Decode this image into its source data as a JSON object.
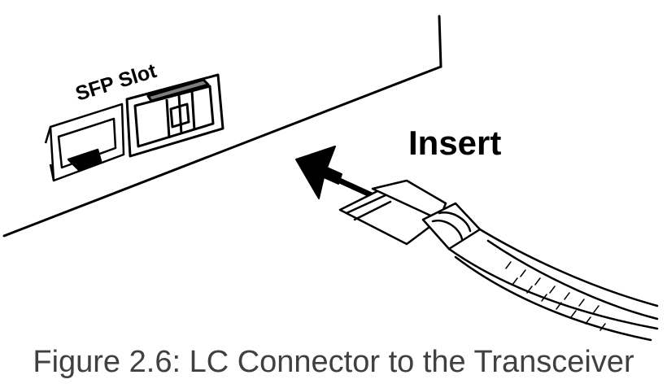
{
  "diagram": {
    "labels": {
      "sfp_slot": "SFP Slot",
      "insert": "Insert"
    },
    "caption": "Figure 2.6: LC Connector to the Transceiver"
  },
  "colors": {
    "line": "#000000",
    "caption_text": "#404040",
    "latch_gray": "#7f7f7f",
    "background": "#ffffff"
  }
}
